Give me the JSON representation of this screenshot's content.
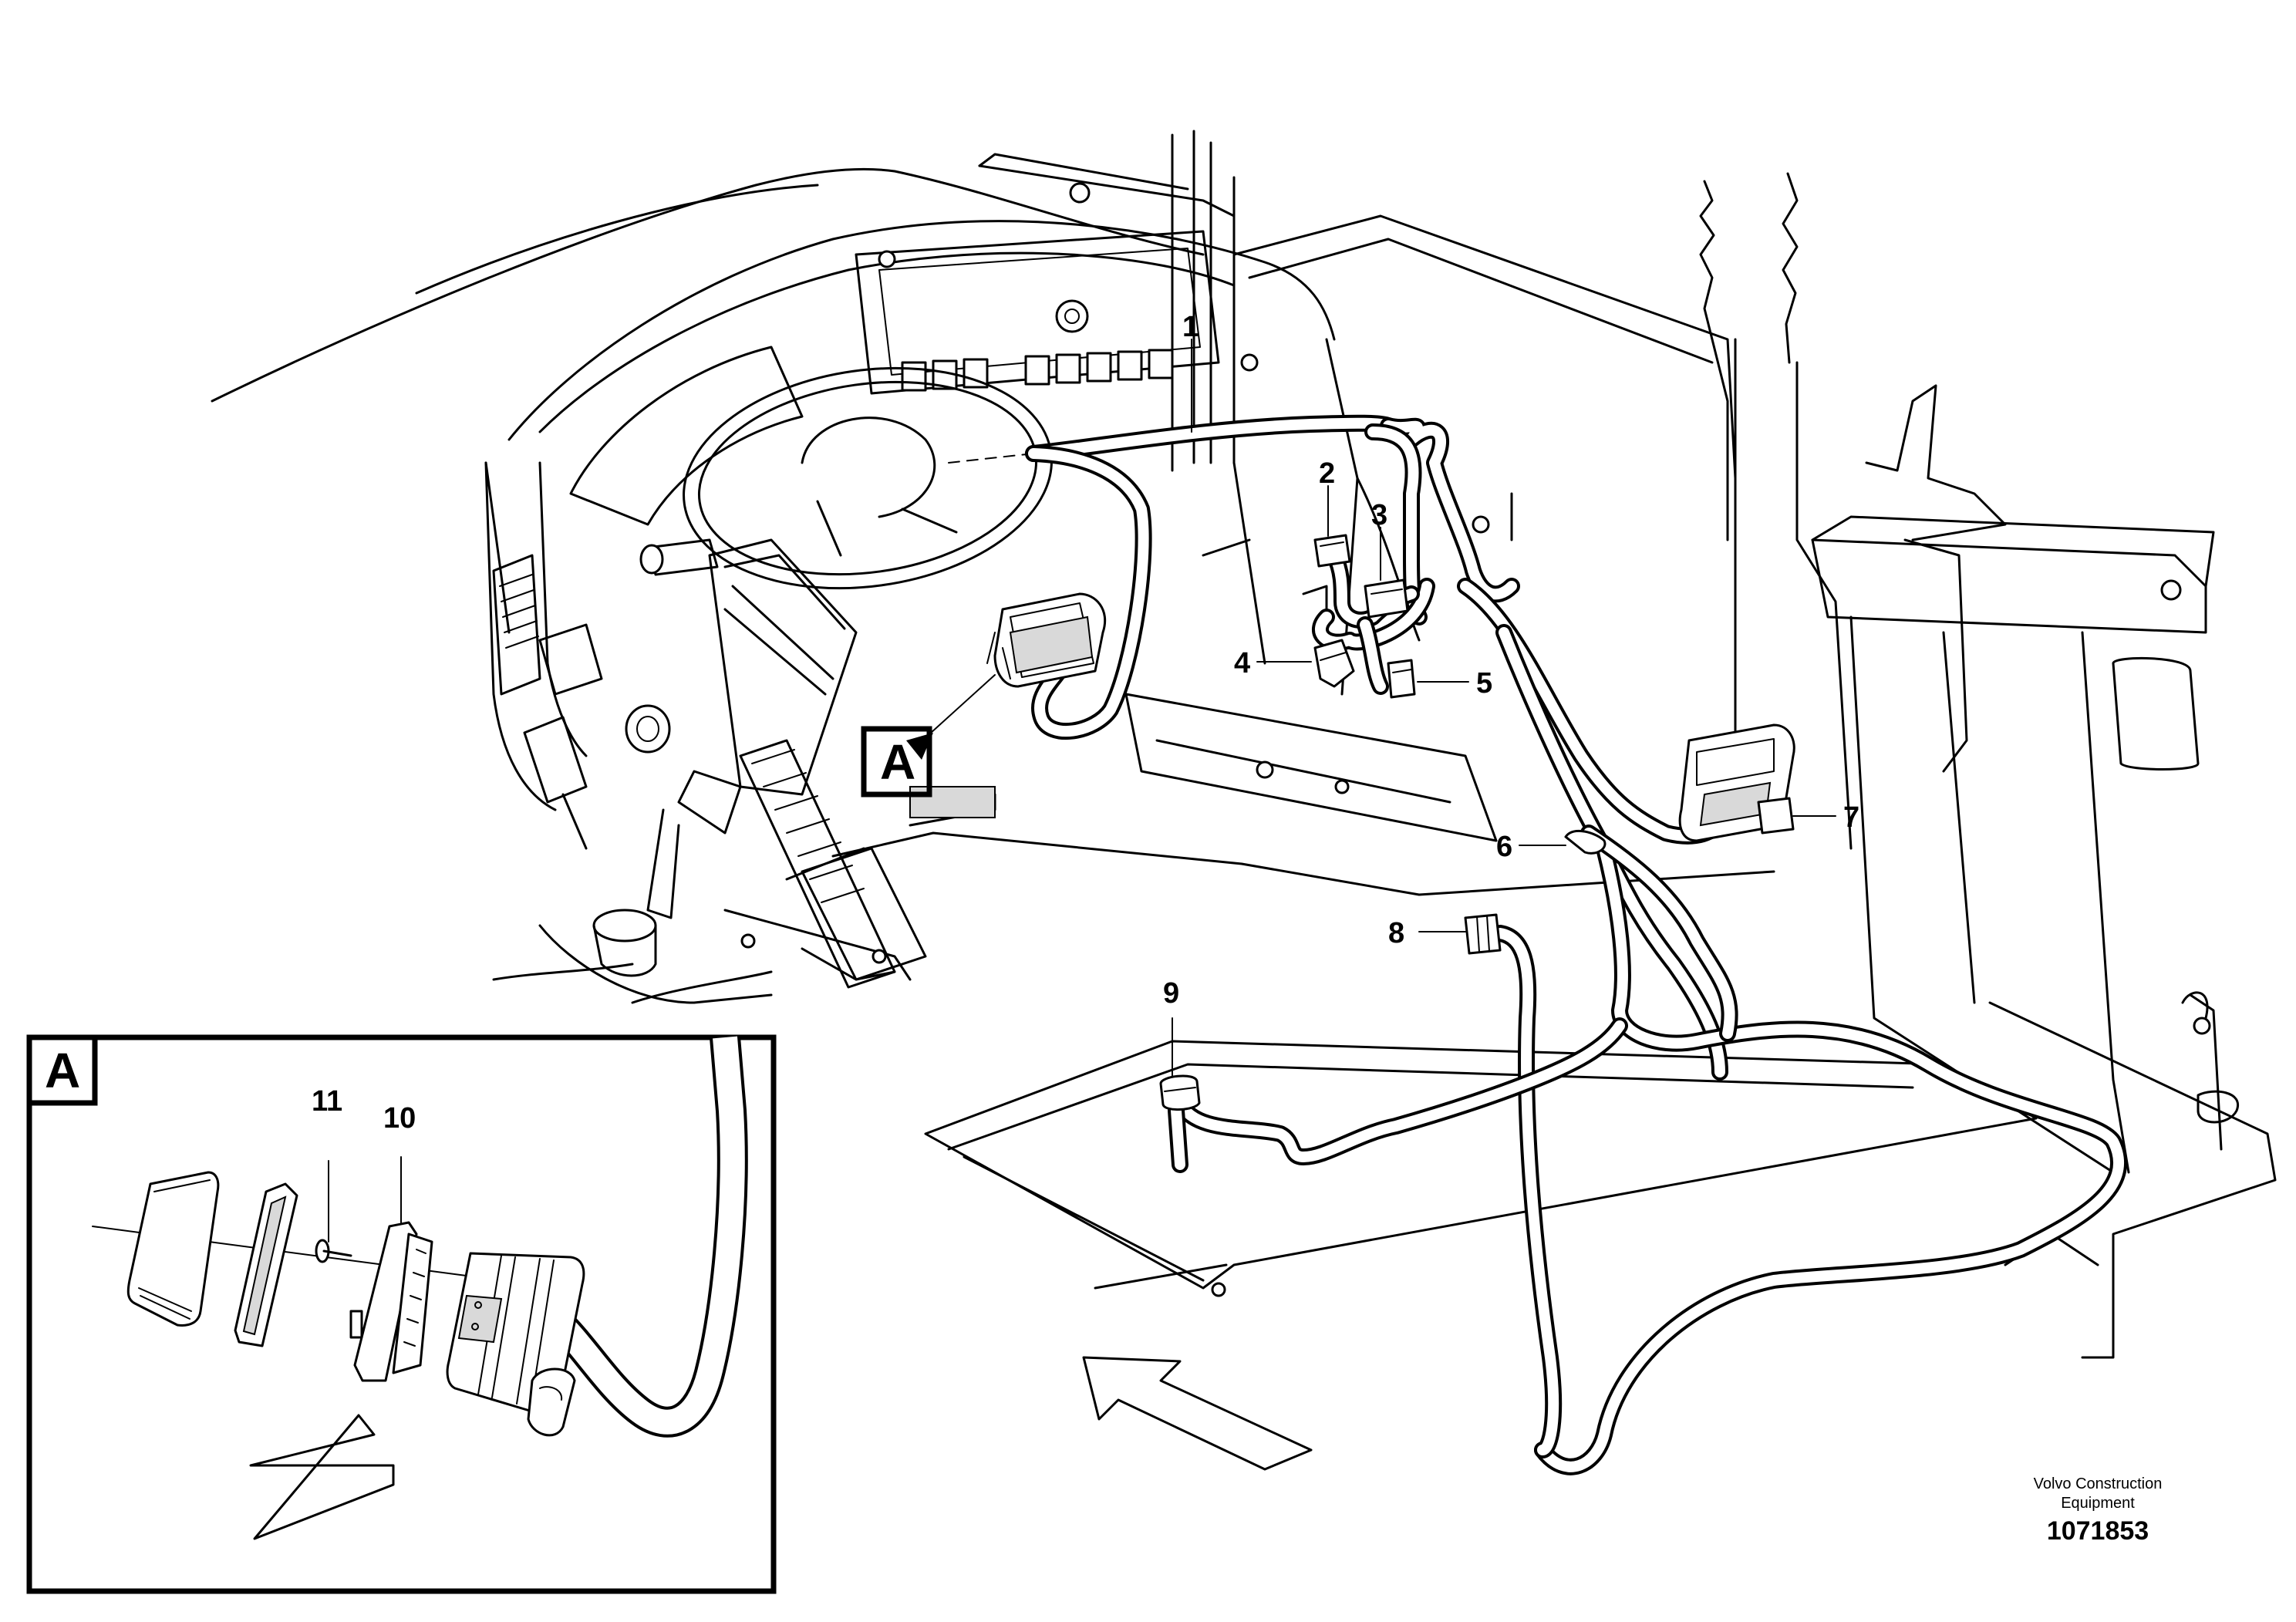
{
  "callouts": {
    "c1": "1",
    "c2": "2",
    "c3": "3",
    "c4": "4",
    "c5": "5",
    "c6": "6",
    "c7": "7",
    "c8": "8",
    "c9": "9",
    "c10": "10",
    "c11": "11"
  },
  "detail": {
    "label": "A",
    "inset_label": "A"
  },
  "footer": {
    "company_line1": "Volvo Construction",
    "company_line2": "Equipment",
    "drawing_number": "1071853"
  }
}
